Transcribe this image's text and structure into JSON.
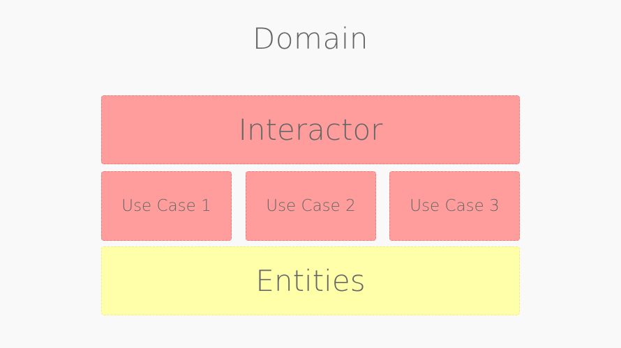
{
  "title": "Domain",
  "interactor": {
    "label": "Interactor"
  },
  "use_cases": [
    {
      "label": "Use Case 1"
    },
    {
      "label": "Use Case 2"
    },
    {
      "label": "Use Case 3"
    }
  ],
  "entities": {
    "label": "Entities"
  },
  "colors": {
    "background": "#f9f9f9",
    "text": "#666666",
    "red_fill": "#ff9d9d",
    "red_border": "#ef7d7d",
    "yellow_fill": "#ffffaa",
    "yellow_border": "#f0ee8a"
  }
}
